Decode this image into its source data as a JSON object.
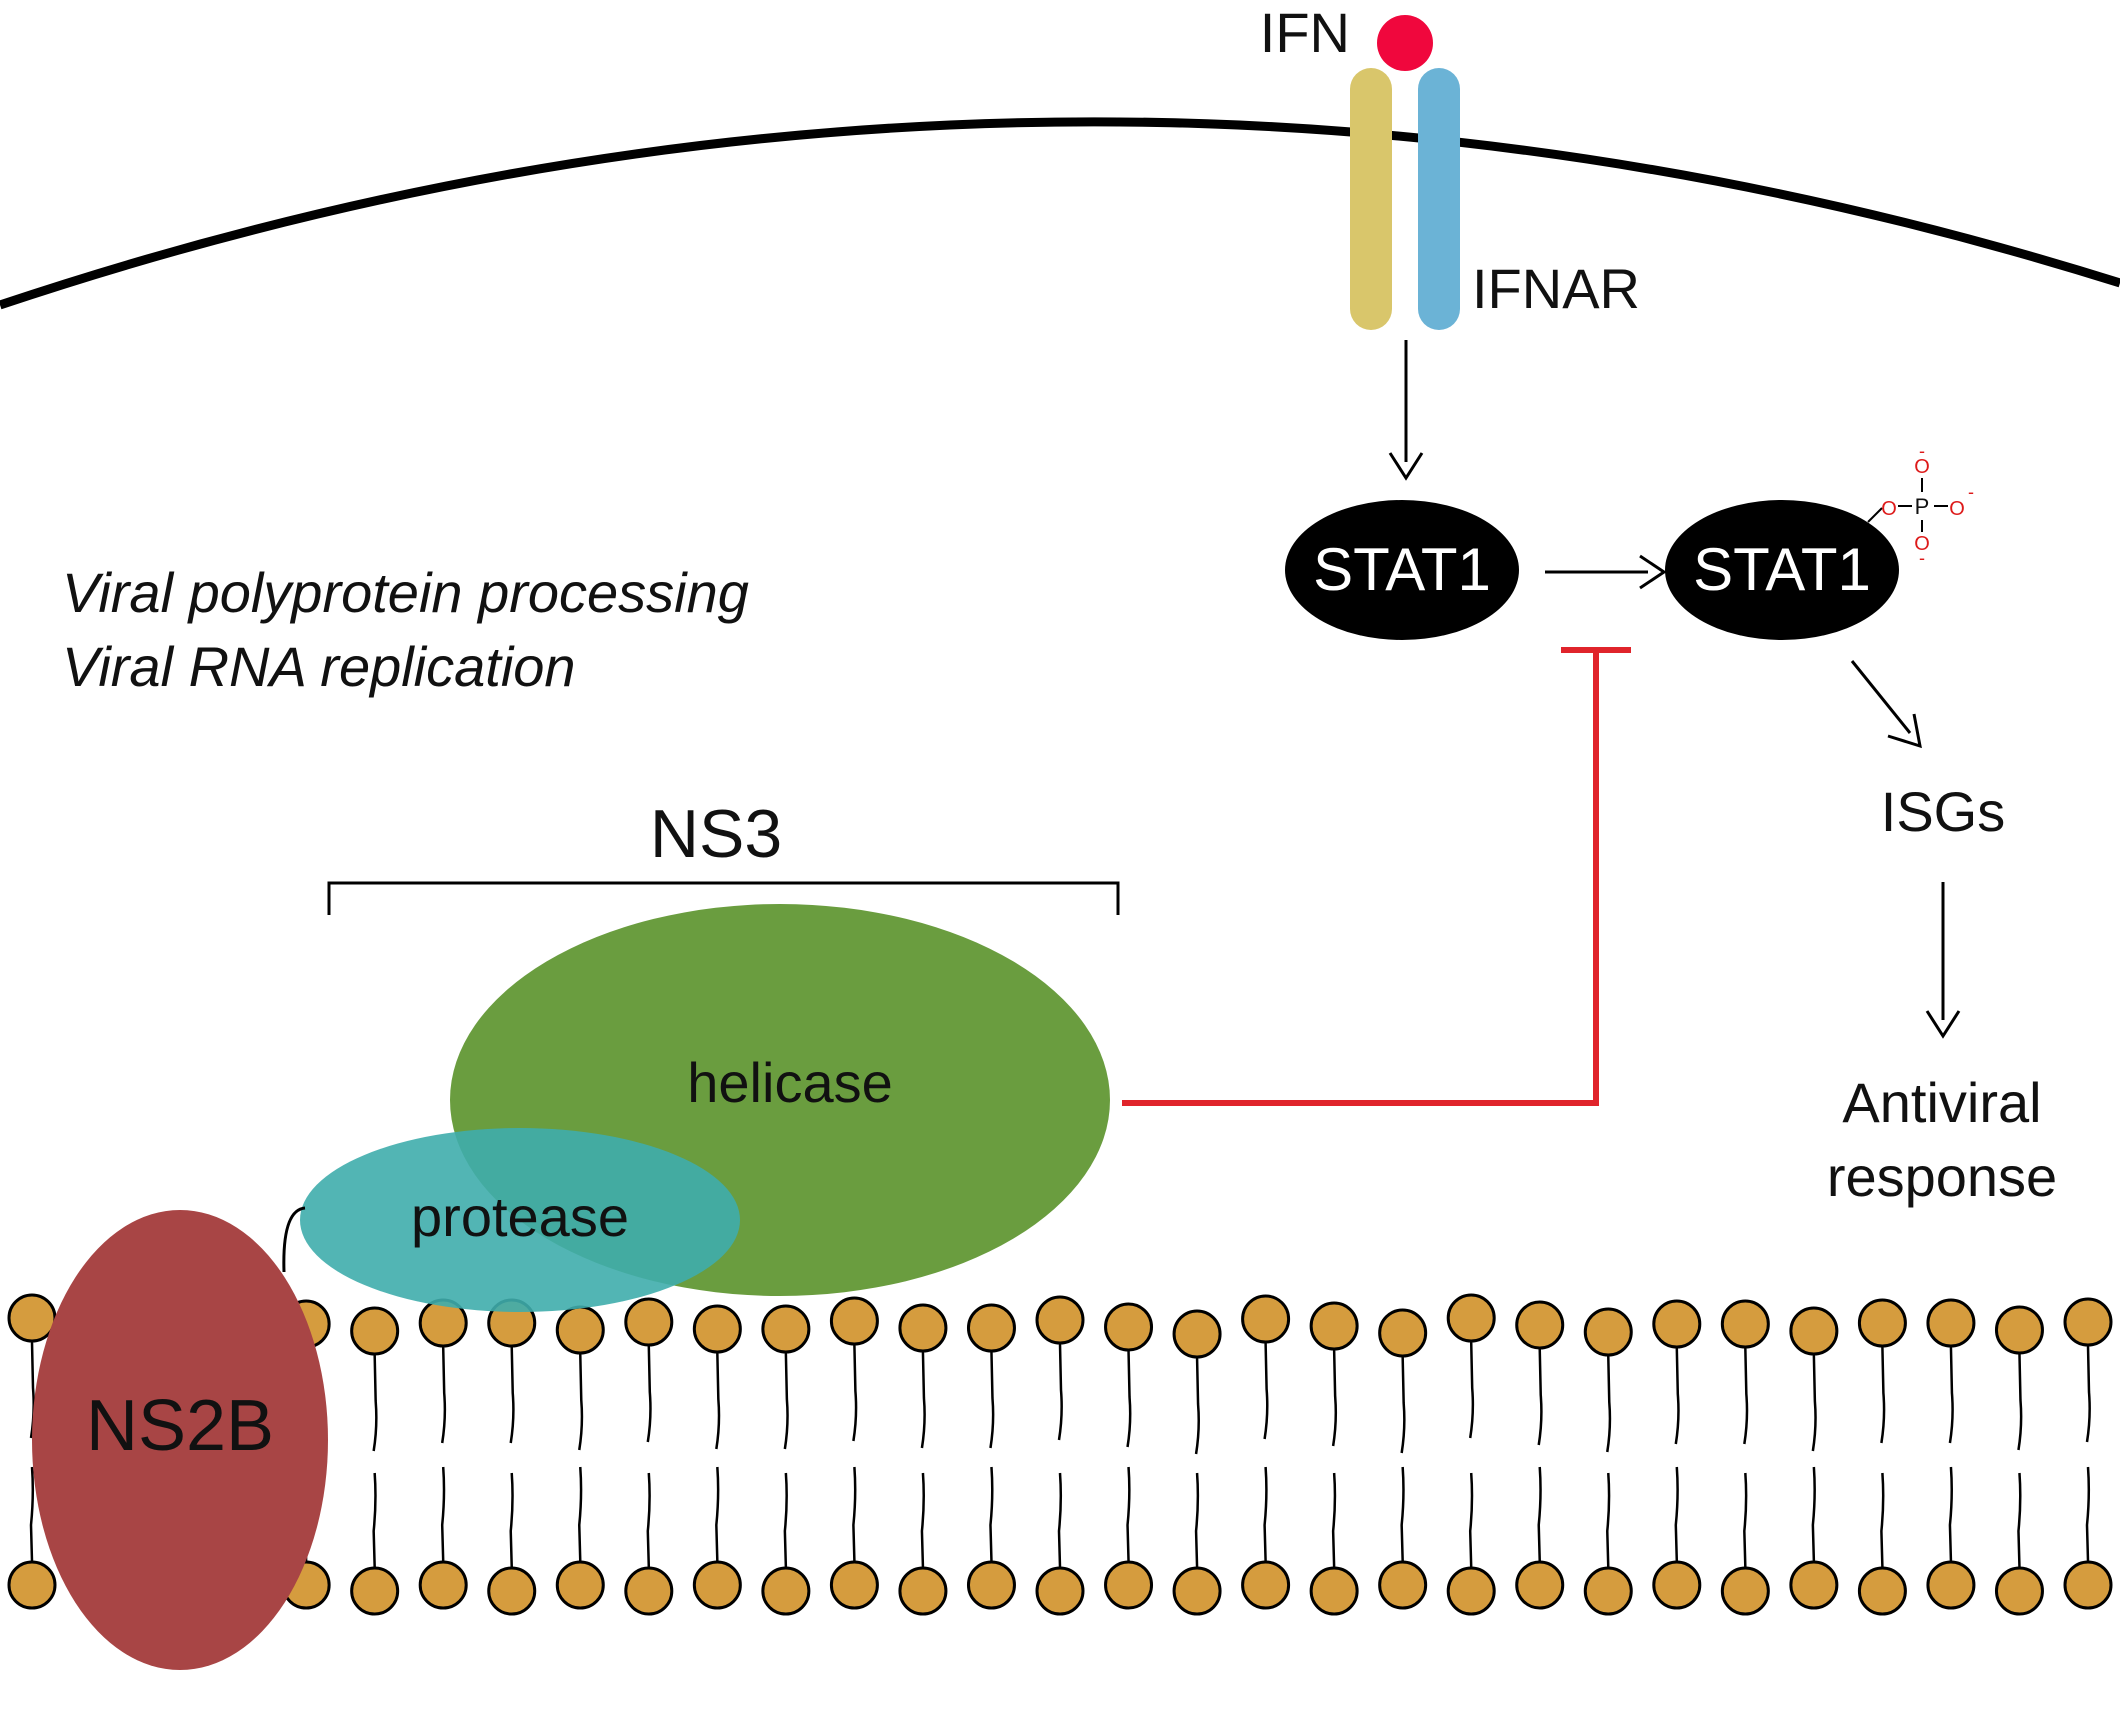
{
  "labels": {
    "ifn": "IFN",
    "ifnar": "IFNAR",
    "stat1": "STAT1",
    "stat1_phospho": "STAT1",
    "isgs": "ISGs",
    "antiviral_line1": "Antiviral",
    "antiviral_line2": "response",
    "function_line1": "Viral polyprotein processing",
    "function_line2": "Viral RNA replication",
    "ns3": "NS3",
    "helicase": "helicase",
    "protease": "protease",
    "ns2b": "NS2B"
  },
  "phosphate": {
    "p": "P",
    "o": "O",
    "minus": "-"
  },
  "colors": {
    "ifn_ligand": "#f0073d",
    "ifnar_left": "#d9c66b",
    "ifnar_right": "#6bb3d6",
    "stat": "#000000",
    "stat_text": "#ffffff",
    "inhibition": "#e0242b",
    "helicase": "#6a9d3f",
    "protease": "#3fadac",
    "ns2b": "#a84545",
    "lipid_head": "#d59c3e",
    "phosphorus": "#9c8a1c",
    "oxygen": "#dd1a1a"
  },
  "membrane": {
    "lipid_count": 31
  }
}
